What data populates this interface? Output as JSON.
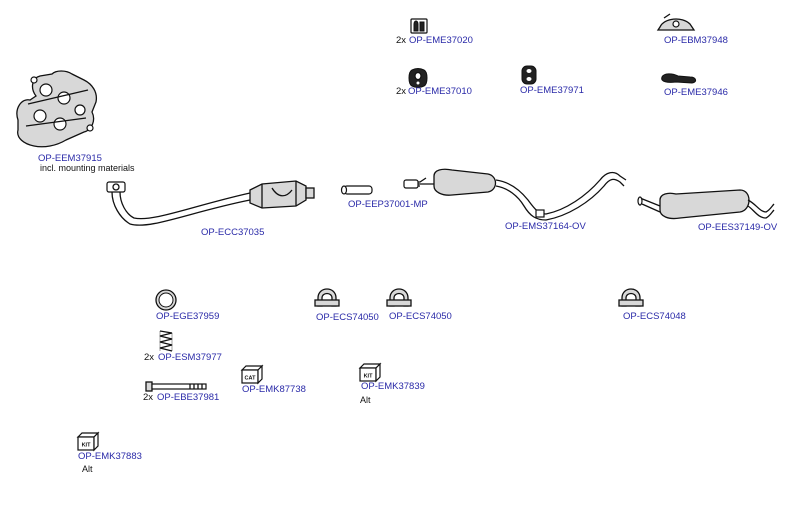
{
  "parts": {
    "manifold": {
      "code": "OP-EEM37915",
      "note": "incl. mounting materials"
    },
    "front_pipe": {
      "code": "OP-ECC37035"
    },
    "flange_pipe": {
      "code": "OP-EEP37001-MP"
    },
    "middle_silencer": {
      "code": "OP-EMS37164-OV"
    },
    "rear_silencer": {
      "code": "OP-EES37149-OV"
    },
    "hanger_20": {
      "code": "OP-EME37020",
      "qty": "2x"
    },
    "hanger_10": {
      "code": "OP-EME37010",
      "qty": "2x"
    },
    "hanger_71": {
      "code": "OP-EME37971"
    },
    "bracket_48": {
      "code": "OP-EBM37948"
    },
    "hanger_46": {
      "code": "OP-EME37946"
    },
    "gasket_ring": {
      "code": "OP-EGE37959"
    },
    "spring": {
      "code": "OP-ESM37977",
      "qty": "2x"
    },
    "bolt": {
      "code": "OP-EBE37981",
      "qty": "2x"
    },
    "clamp_a": {
      "code": "OP-ECS74050"
    },
    "clamp_b": {
      "code": "OP-ECS74050"
    },
    "clamp_c": {
      "code": "OP-ECS74048"
    },
    "kit_cat": {
      "code": "OP-EMK87738",
      "badge": "CAT"
    },
    "kit_839": {
      "code": "OP-EMK37839",
      "badge": "KIT",
      "note": "Alt"
    },
    "kit_883": {
      "code": "OP-EMK37883",
      "badge": "KIT",
      "note": "Alt"
    }
  }
}
